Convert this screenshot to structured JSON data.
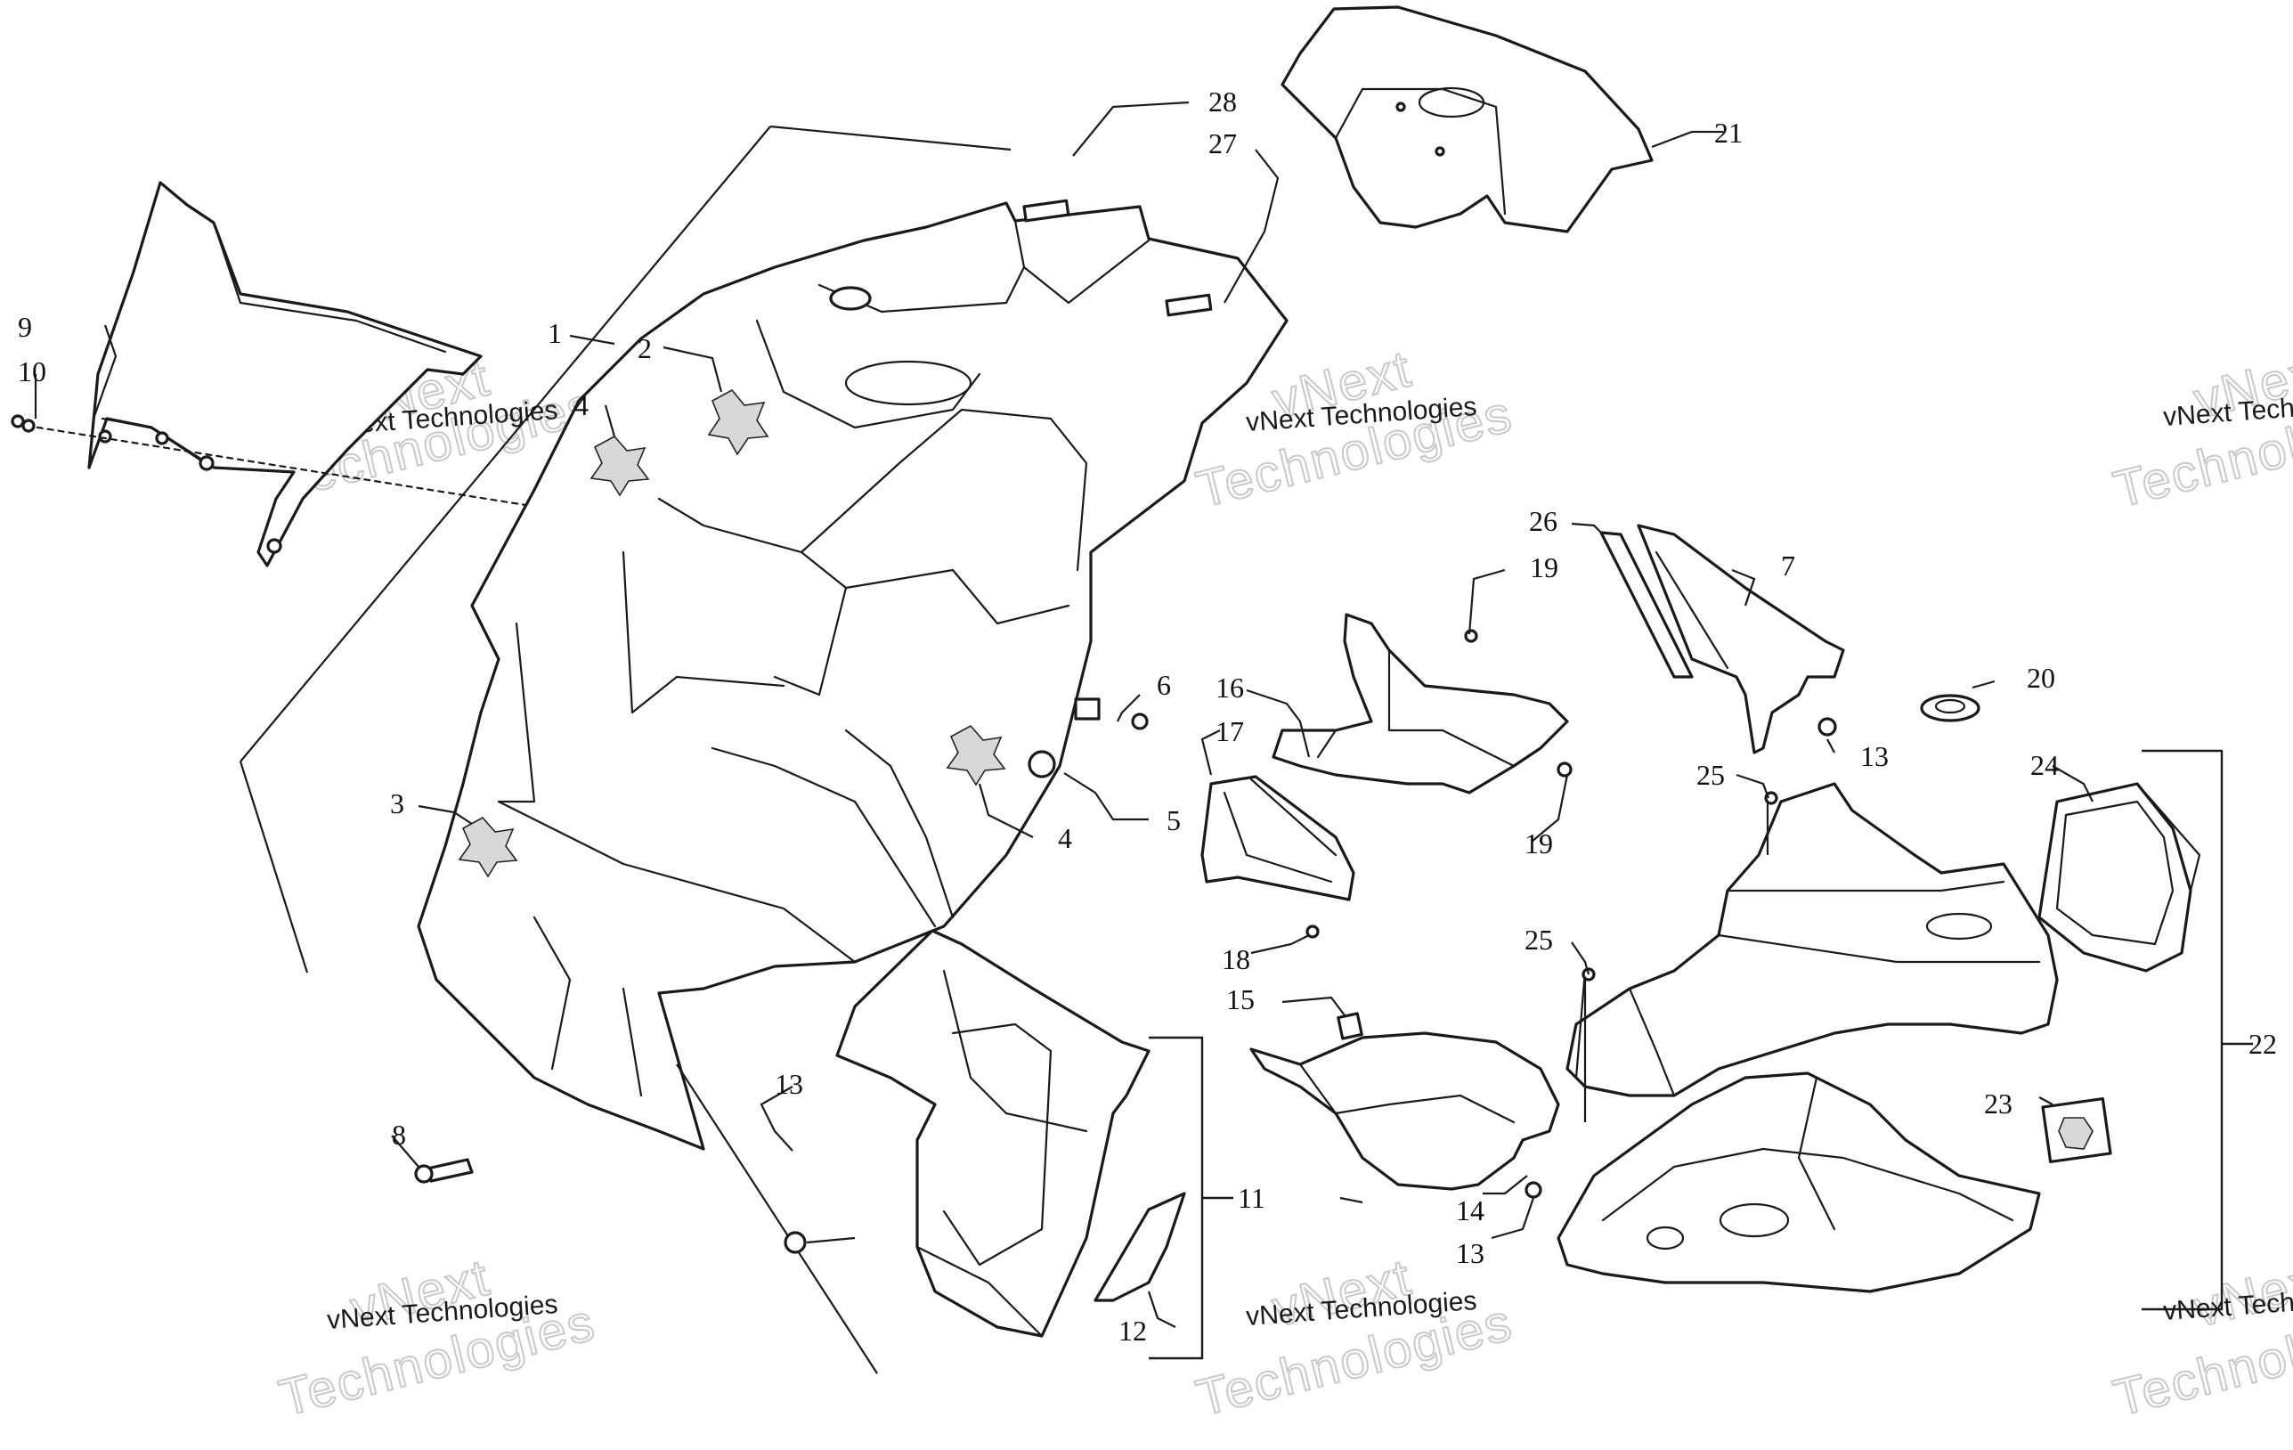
{
  "watermark": {
    "line1": "vNext",
    "line2": "Technologies",
    "caption": "vNext Technologies"
  },
  "callouts": [
    {
      "id": "c28",
      "label": "28"
    },
    {
      "id": "c27",
      "label": "27"
    },
    {
      "id": "c21",
      "label": "21"
    },
    {
      "id": "c1",
      "label": "1"
    },
    {
      "id": "c2",
      "label": "2"
    },
    {
      "id": "c9",
      "label": "9"
    },
    {
      "id": "c10",
      "label": "10"
    },
    {
      "id": "c4a",
      "label": "4"
    },
    {
      "id": "c26",
      "label": "26"
    },
    {
      "id": "c7",
      "label": "7"
    },
    {
      "id": "c19a",
      "label": "19"
    },
    {
      "id": "c6",
      "label": "6"
    },
    {
      "id": "c16",
      "label": "16"
    },
    {
      "id": "c17",
      "label": "17"
    },
    {
      "id": "c20",
      "label": "20"
    },
    {
      "id": "c13a",
      "label": "13"
    },
    {
      "id": "c25a",
      "label": "25"
    },
    {
      "id": "c24",
      "label": "24"
    },
    {
      "id": "c3",
      "label": "3"
    },
    {
      "id": "c5",
      "label": "5"
    },
    {
      "id": "c4b",
      "label": "4"
    },
    {
      "id": "c19b",
      "label": "19"
    },
    {
      "id": "c18",
      "label": "18"
    },
    {
      "id": "c25b",
      "label": "25"
    },
    {
      "id": "c15",
      "label": "15"
    },
    {
      "id": "c22",
      "label": "22"
    },
    {
      "id": "c13b",
      "label": "13"
    },
    {
      "id": "c23",
      "label": "23"
    },
    {
      "id": "c8",
      "label": "8"
    },
    {
      "id": "c11",
      "label": "11"
    },
    {
      "id": "c14",
      "label": "14"
    },
    {
      "id": "c13c",
      "label": "13"
    },
    {
      "id": "c12",
      "label": "12"
    }
  ]
}
